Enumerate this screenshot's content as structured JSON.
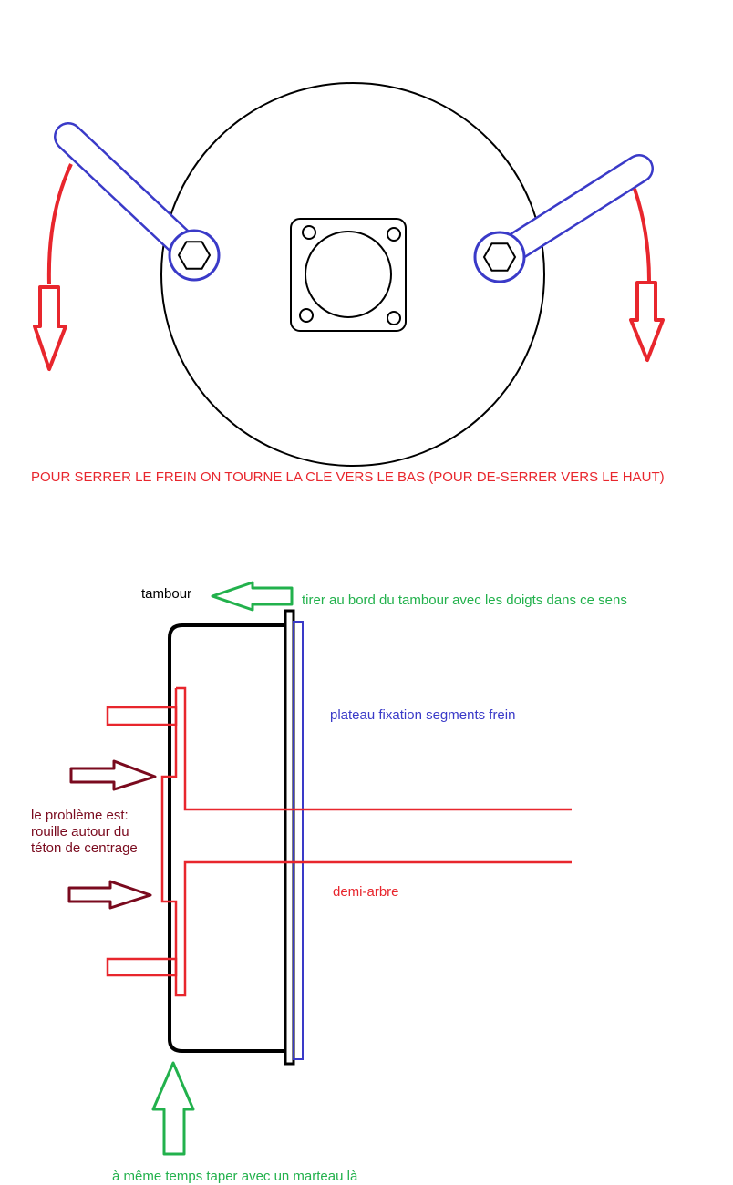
{
  "colors": {
    "black": "#000000",
    "blue": "#3a3ac8",
    "red": "#e8262d",
    "dark_red": "#7a0a1e",
    "green": "#22b14c"
  },
  "top": {
    "caption": "POUR SERRER LE FREIN ON TOURNE LA CLE VERS LE BAS (POUR DE-SERRER VERS LE HAUT)"
  },
  "bottom": {
    "drum_label": "tambour",
    "pull_hint": "tirer au bord du tambour avec les doigts dans ce sens",
    "plate_label": "plateau fixation segments frein",
    "problem_line1": "le problème est:",
    "problem_line2": "rouille autour du",
    "problem_line3": "téton de centrage",
    "shaft_label": "demi-arbre",
    "hammer_hint": "à même temps taper avec un marteau là"
  }
}
